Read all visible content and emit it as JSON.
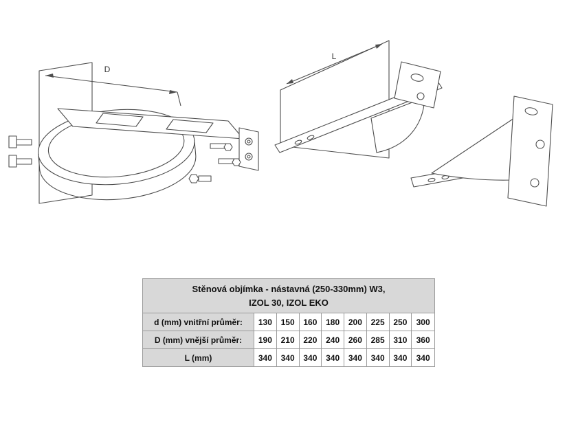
{
  "figures": {
    "clamp_dim_label": "D",
    "bracket_dim_label": "L"
  },
  "table": {
    "title": "Stěnová objímka - nástavná (250-330mm) W3,\nIZOL 30, IZOL EKO",
    "rows": [
      {
        "label": "d (mm) vnitřní průměr:",
        "values": [
          "130",
          "150",
          "160",
          "180",
          "200",
          "225",
          "250",
          "300"
        ]
      },
      {
        "label": "D (mm) vnější průměr:",
        "values": [
          "190",
          "210",
          "220",
          "240",
          "260",
          "285",
          "310",
          "360"
        ]
      },
      {
        "label": "L (mm)",
        "values": [
          "340",
          "340",
          "340",
          "340",
          "340",
          "340",
          "340",
          "340"
        ]
      }
    ]
  }
}
